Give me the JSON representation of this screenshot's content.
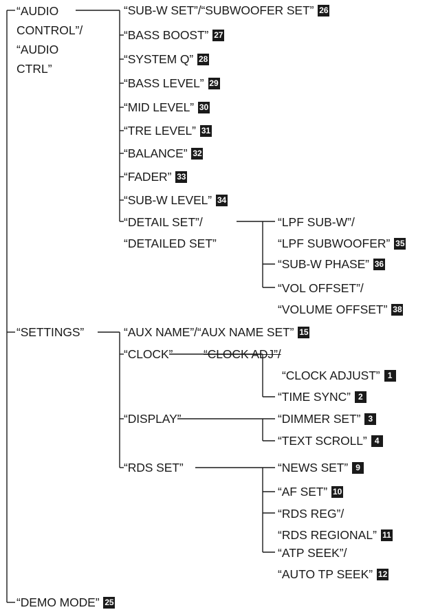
{
  "root_items": {
    "audio_control": [
      "“AUDIO",
      "CONTROL”/",
      "“AUDIO",
      "CTRL”"
    ],
    "settings": "“SETTINGS”",
    "demo_mode": {
      "label": "“DEMO MODE”",
      "badge": "25"
    }
  },
  "audio_items": [
    {
      "label": "“SUB-W SET”/“SUBWOOFER SET”",
      "badge": "26"
    },
    {
      "label": "“BASS BOOST”",
      "badge": "27"
    },
    {
      "label": "“SYSTEM Q”",
      "badge": "28"
    },
    {
      "label": "“BASS LEVEL”",
      "badge": "29"
    },
    {
      "label": "“MID LEVEL”",
      "badge": "30"
    },
    {
      "label": "“TRE LEVEL”",
      "badge": "31"
    },
    {
      "label": "“BALANCE”",
      "badge": "32"
    },
    {
      "label": "“FADER”",
      "badge": "33"
    },
    {
      "label": "“SUB-W LEVEL”",
      "badge": "34"
    }
  ],
  "detail_set": {
    "label_line1": "“DETAIL SET”/",
    "label_line2": "“DETAILED SET”",
    "children": {
      "lpf_line1": "“LPF SUB-W”/",
      "lpf_line2": "“LPF SUBWOOFER”",
      "lpf_badge": "35",
      "phase": "“SUB-W PHASE”",
      "phase_badge": "36",
      "vol_line1": "“VOL OFFSET”/",
      "vol_line2": "“VOLUME OFFSET”",
      "vol_badge": "38"
    }
  },
  "settings_items": {
    "aux_name": {
      "label": "“AUX NAME”/“AUX NAME SET”",
      "badge": "15"
    },
    "clock": {
      "label": "“CLOCK”",
      "alt_label": "“CLOCK ADJ”/",
      "children": [
        {
          "label": "“CLOCK ADJUST”",
          "badge": "1"
        },
        {
          "label": "“TIME SYNC”",
          "badge": "2"
        }
      ]
    },
    "display": {
      "label": "“DISPLAY”",
      "children": [
        {
          "label": "“DIMMER SET”",
          "badge": "3"
        },
        {
          "label": "“TEXT SCROLL”",
          "badge": "4"
        }
      ]
    },
    "rds_set": {
      "label": "“RDS SET”",
      "children": {
        "news": {
          "label": "“NEWS SET”",
          "badge": "9"
        },
        "af": {
          "label": "“AF SET”",
          "badge": "10"
        },
        "reg_line1": "“RDS REG”/",
        "reg_line2": "“RDS REGIONAL”",
        "reg_badge": "11",
        "atp_line1": "“ATP SEEK”/",
        "atp_line2": "“AUTO TP SEEK”",
        "atp_badge": "12"
      }
    }
  }
}
